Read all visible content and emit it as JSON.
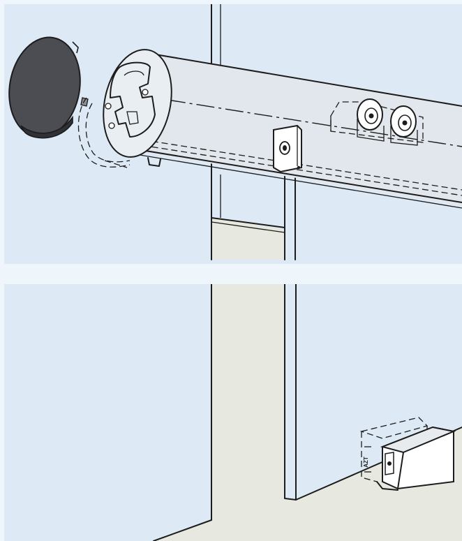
{
  "colors": {
    "background": "#eef6fb",
    "panel": "#ddeaf6",
    "wall": "#e7e8df",
    "rail": "#e1e7ec",
    "end_cap": "#4b4d52",
    "outline": "#1c1c1c"
  },
  "panels": [
    {
      "id": "top",
      "depicts": [
        "wall-edge",
        "rail",
        "end-cap",
        "roller-carriage",
        "door-clamp",
        "glass-door"
      ]
    },
    {
      "id": "bottom",
      "depicts": [
        "wall-edge",
        "glass-door",
        "floor-guide"
      ]
    }
  ],
  "floor_guide": {
    "stamp_text": "AZT"
  }
}
